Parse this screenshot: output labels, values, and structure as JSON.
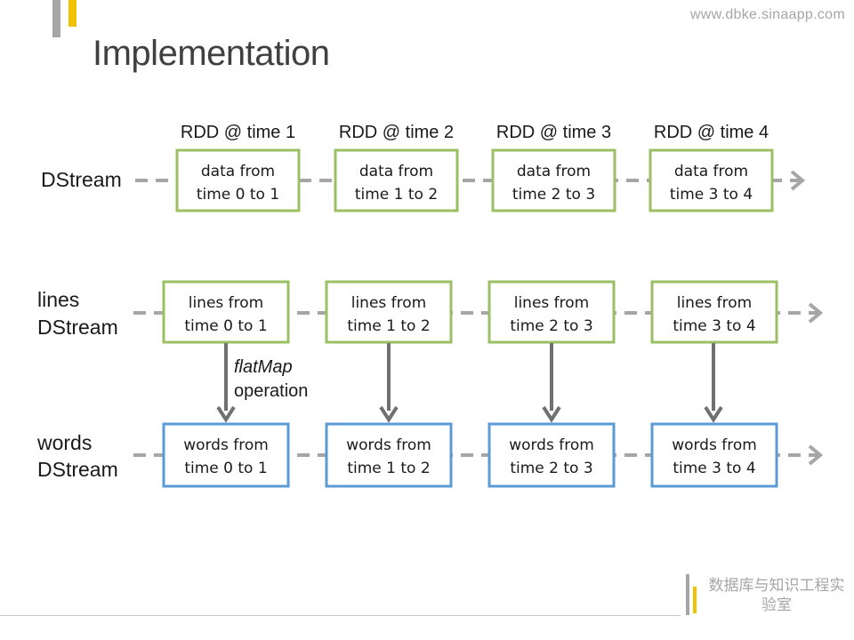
{
  "header": {
    "title": "Implementation",
    "website": "www.dbke.sinaapp.com"
  },
  "footer": {
    "lab_name": "数据库与知识工程实验室"
  },
  "diagram": {
    "rdd_labels": [
      "RDD @ time 1",
      "RDD @ time 2",
      "RDD @ time 3",
      "RDD @ time 4"
    ],
    "rows": [
      {
        "label_lines": [
          "DStream"
        ],
        "box_color": "#9bc063",
        "boxes": [
          [
            "data from",
            "time 0 to 1"
          ],
          [
            "data from",
            "time 1 to 2"
          ],
          [
            "data from",
            "time 2 to 3"
          ],
          [
            "data from",
            "time 3 to 4"
          ]
        ]
      },
      {
        "label_lines": [
          "lines",
          "DStream"
        ],
        "box_color": "#9bc063",
        "boxes": [
          [
            "lines from",
            "time 0 to 1"
          ],
          [
            "lines from",
            "time 1 to 2"
          ],
          [
            "lines from",
            "time 2 to 3"
          ],
          [
            "lines from",
            "time 3 to 4"
          ]
        ]
      },
      {
        "label_lines": [
          "words",
          "DStream"
        ],
        "box_color": "#5b9bd5",
        "boxes": [
          [
            "words from",
            "time 0 to 1"
          ],
          [
            "words from",
            "time 1 to 2"
          ],
          [
            "words from",
            "time 2 to 3"
          ],
          [
            "words from",
            "time 3 to 4"
          ]
        ]
      }
    ],
    "operation_lines": [
      "flatMap",
      "operation"
    ],
    "colors": {
      "timeline": "#a6a6a6",
      "transform_arrow": "#707070"
    }
  }
}
